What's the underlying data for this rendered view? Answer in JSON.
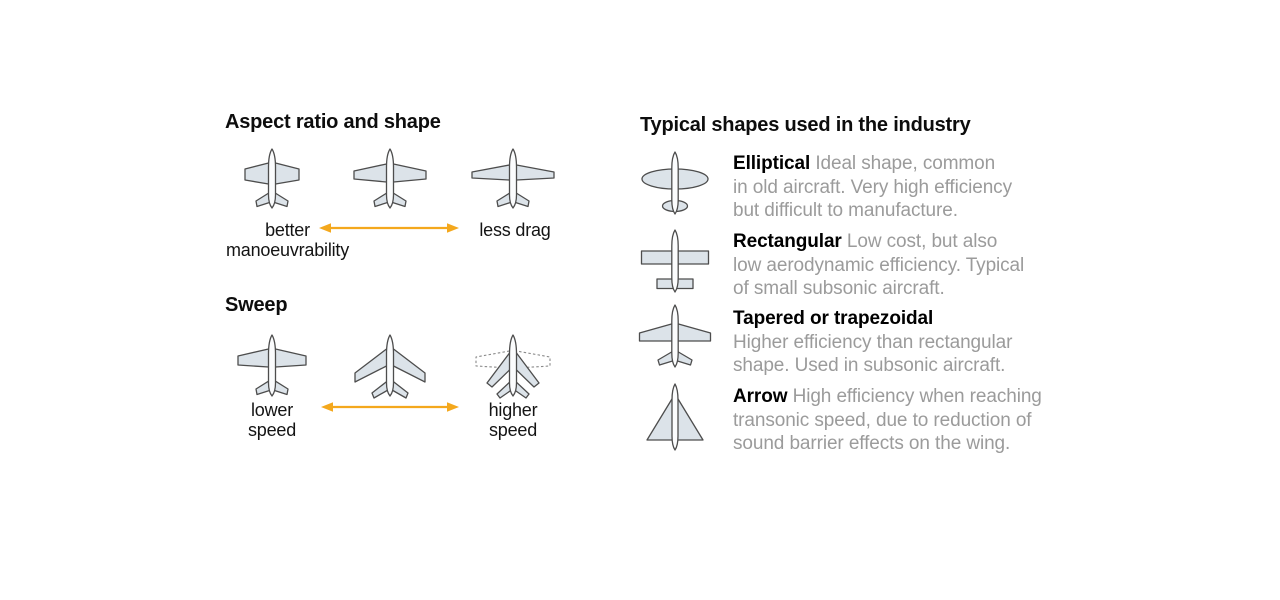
{
  "colors": {
    "background": "#ffffff",
    "arrow_orange": "#F4A81D",
    "wing_fill": "#dce3e9",
    "fuselage_fill": "#fbfcfd",
    "outline": "#4d4d4d",
    "heading_text": "#0d0d0d",
    "body_gray": "#9b9b9b"
  },
  "aspect_section": {
    "title": "Aspect ratio and shape",
    "plane_icons": [
      "low-aspect-ratio-plane",
      "medium-aspect-ratio-plane",
      "high-aspect-ratio-plane"
    ],
    "left_label": "better manoeuvrability",
    "right_label": "less drag"
  },
  "sweep_section": {
    "title": "Sweep",
    "plane_icons": [
      "straight-wing-plane",
      "swept-wing-plane",
      "variable-sweep-plane"
    ],
    "left_label": "lower speed",
    "right_label": "higher speed"
  },
  "industry_section": {
    "title": "Typical shapes used in the industry",
    "items": [
      {
        "icon": "elliptical-wing-plane",
        "term": "Elliptical",
        "desc_lines": [
          "Ideal shape, common",
          "in old aircraft. Very high efficiency",
          "but difficult to manufacture."
        ]
      },
      {
        "icon": "rectangular-wing-plane",
        "term": "Rectangular",
        "desc_lines": [
          "Low cost, but also",
          "low aerodynamic efficiency. Typical",
          "of small subsonic aircraft."
        ]
      },
      {
        "icon": "tapered-wing-plane",
        "term": "Tapered or trapezoidal",
        "desc_lines": [
          "Higher efficiency than rectangular",
          "shape. Used in subsonic aircraft."
        ]
      },
      {
        "icon": "delta-wing-plane",
        "term": "Arrow",
        "desc_lines": [
          "High efficiency when reaching",
          "transonic speed, due to reduction of",
          "sound barrier effects on the wing."
        ]
      }
    ]
  }
}
